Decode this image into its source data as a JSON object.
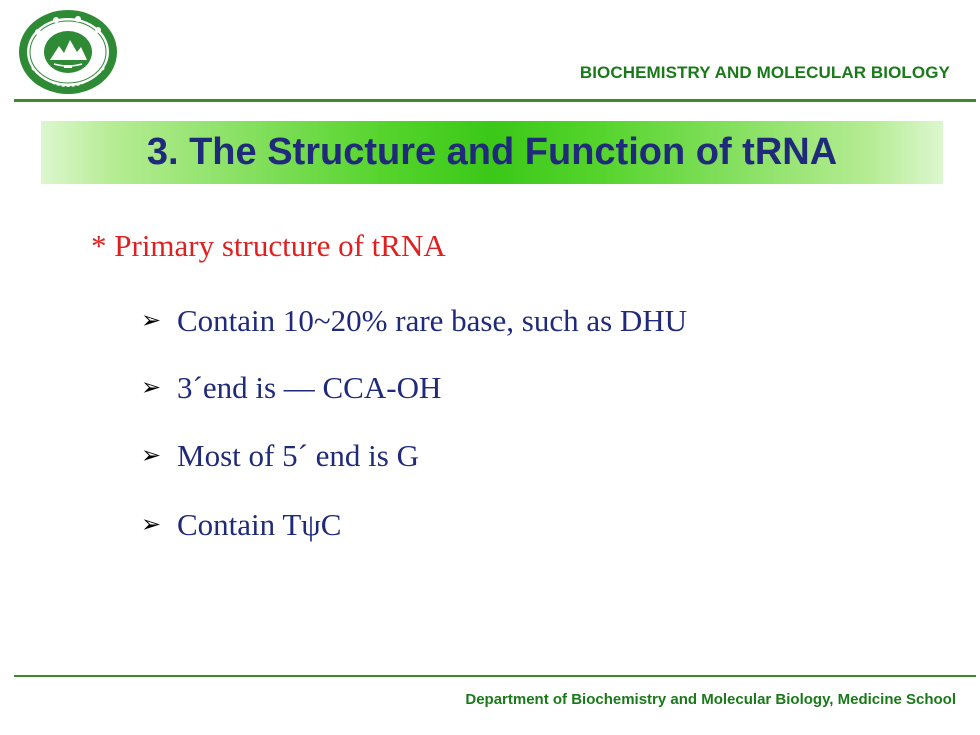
{
  "header": {
    "title": "BIOCHEMISTRY  AND MOLECULAR BIOLOGY",
    "logo_colors": {
      "ring": "#2e8a34",
      "inner": "#ffffff",
      "emblem": "#2e8a34"
    }
  },
  "slide": {
    "title": "3. The Structure and Function of tRNA",
    "heading": "* Primary  structure of tRNA",
    "bullets": [
      {
        "marker": "➢",
        "text": "Contain  10~20% rare base, such as DHU"
      },
      {
        "marker": "➢",
        "text": "3´end is  — CCA-OH"
      },
      {
        "marker": "➢",
        "text": "Most of 5´  end is G"
      },
      {
        "marker": "➢",
        "text": "Contain TψC"
      }
    ]
  },
  "footer": {
    "text": "Department  of Biochemistry and Molecular Biology, Medicine School"
  },
  "colors": {
    "accent_green": "#1a7a1a",
    "rule_green": "#3c8a2a",
    "title_navy": "#1f2a7a",
    "heading_red": "#e02020"
  }
}
